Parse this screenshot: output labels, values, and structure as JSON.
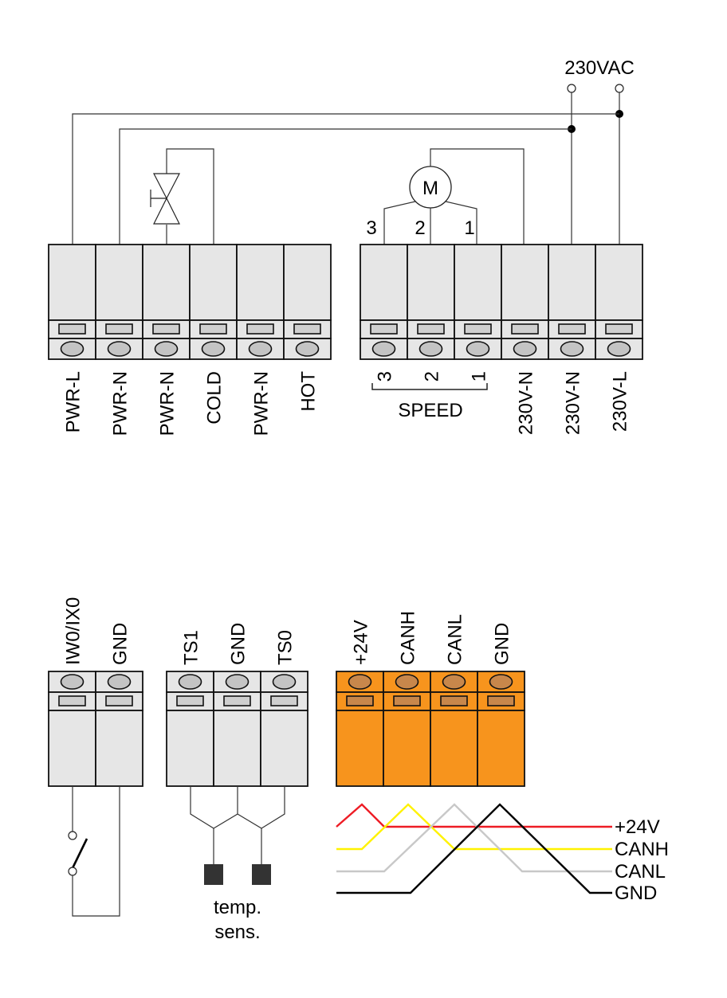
{
  "supply": {
    "label": "230VAC"
  },
  "motor": {
    "label": "M",
    "speeds": [
      "3",
      "2",
      "1"
    ]
  },
  "top_left_block": {
    "terminals": [
      "PWR-L",
      "PWR-N",
      "PWR-N",
      "COLD",
      "PWR-N",
      "HOT"
    ]
  },
  "top_right_block": {
    "speed_numbers": [
      "3",
      "2",
      "1"
    ],
    "speed_label": "SPEED",
    "terminals": [
      "230V-N",
      "230V-N",
      "230V-L"
    ]
  },
  "bottom_block_1": {
    "terminals": [
      "IW0/IX0",
      "GND"
    ]
  },
  "bottom_block_2": {
    "terminals": [
      "TS1",
      "GND",
      "TS0"
    ]
  },
  "bottom_block_3": {
    "terminals": [
      "+24V",
      "CANH",
      "CANL",
      "GND"
    ]
  },
  "sensor": {
    "line1": "temp.",
    "line2": "sens."
  },
  "can_legend": [
    "+24V",
    "CANH",
    "CANL",
    "GND"
  ],
  "colors": {
    "terminal_fill": "#e6e6e6",
    "can_fill": "#f7941d",
    "can_screw": "#c8874b",
    "red": "#ee1c25",
    "yellow": "#fff200",
    "gray": "#c8c8c8",
    "black": "#000000"
  }
}
